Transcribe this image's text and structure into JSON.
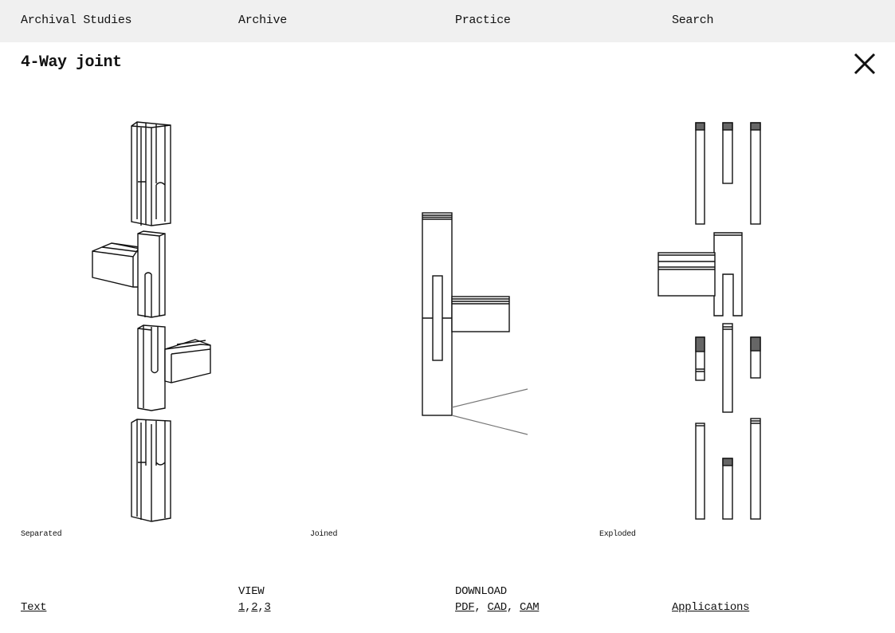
{
  "nav": {
    "items": [
      "Archival Studies",
      "Archive",
      "Practice",
      "Search"
    ]
  },
  "page": {
    "title": "4-Way joint",
    "close_icon": "close-x-icon"
  },
  "views": [
    {
      "caption": "Separated"
    },
    {
      "caption": "Joined"
    },
    {
      "caption": "Exploded"
    }
  ],
  "footer": {
    "text_link": "Text",
    "view_label": "VIEW",
    "view_links": [
      "1",
      "2",
      "3"
    ],
    "download_label": "DOWNLOAD",
    "download_links": [
      "PDF",
      "CAD",
      "CAM"
    ],
    "applications_link": "Applications"
  }
}
